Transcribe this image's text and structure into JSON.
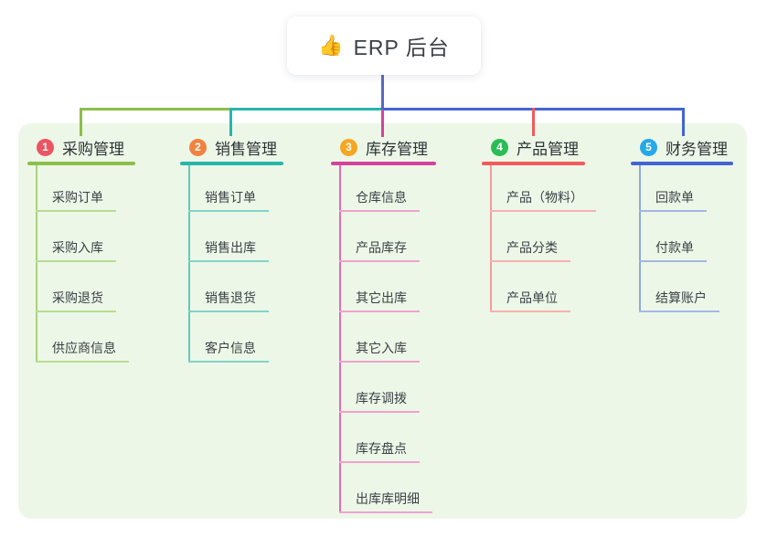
{
  "root": {
    "icon": "👍",
    "title": "ERP 后台"
  },
  "canvas": {
    "background": "#edf7e7"
  },
  "connectors": {
    "root_line": "#5b68c4"
  },
  "branches": [
    {
      "badge": "1",
      "title": "采购管理",
      "colors": {
        "badge": "#ec5463",
        "line": "#8cbf4a",
        "trunk": "#a9d37d",
        "child_line": "#b7dc92"
      },
      "items": [
        "采购订单",
        "采购入库",
        "采购退货",
        "供应商信息"
      ]
    },
    {
      "badge": "2",
      "title": "销售管理",
      "colors": {
        "badge": "#f0833f",
        "line": "#27b6aa",
        "trunk": "#63cabd",
        "child_line": "#7fd4ca"
      },
      "items": [
        "销售订单",
        "销售出库",
        "销售退货",
        "客户信息"
      ]
    },
    {
      "badge": "3",
      "title": "库存管理",
      "colors": {
        "badge": "#f5a623",
        "line": "#d4429e",
        "trunk": "#e26cb2",
        "child_line": "#f0a2ce"
      },
      "items": [
        "仓库信息",
        "产品库存",
        "其它出库",
        "其它入库",
        "库存调拨",
        "库存盘点",
        "出库库明细"
      ]
    },
    {
      "badge": "4",
      "title": "产品管理",
      "colors": {
        "badge": "#2abd55",
        "line": "#f15b5b",
        "trunk": "#f49c9c",
        "child_line": "#f8b0b0"
      },
      "items": [
        "产品（物料）",
        "产品分类",
        "产品单位"
      ]
    },
    {
      "badge": "5",
      "title": "财务管理",
      "colors": {
        "badge": "#27a9e8",
        "line": "#4365d2",
        "trunk": "#8fa9de",
        "child_line": "#a3b7e6"
      },
      "items": [
        "回款单",
        "付款单",
        "结算账户"
      ]
    }
  ]
}
